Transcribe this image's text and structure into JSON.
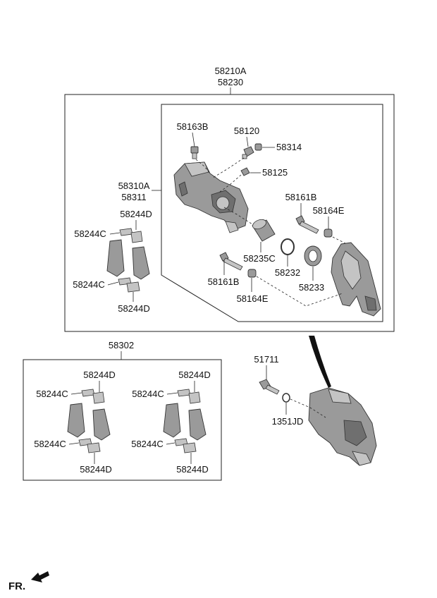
{
  "labels": {
    "assy_1": "58210A",
    "assy_2": "58230",
    "caliper_1": "58310A",
    "caliper_2": "58311",
    "bolt_top": "58163B",
    "bleeder": "58120",
    "bleeder_cap": "58314",
    "bleeder_screw": "58125",
    "guide_bolt_right": "58161B",
    "boot_right": "58164E",
    "piston": "58235C",
    "seal": "58232",
    "piston_boot": "58233",
    "guide_bolt_left": "58161B",
    "boot_left": "58164E",
    "clip_d": "58244D",
    "clip_c": "58244C",
    "pad_kit": "58302",
    "mount_bolt": "51711",
    "washer": "1351JD",
    "front": "FR."
  },
  "icons": [
    "caliper-housing-icon",
    "caliper-bracket-icon",
    "brake-pad-icon",
    "bolt-icon",
    "piston-icon",
    "seal-ring-icon",
    "front-arrow-icon"
  ]
}
